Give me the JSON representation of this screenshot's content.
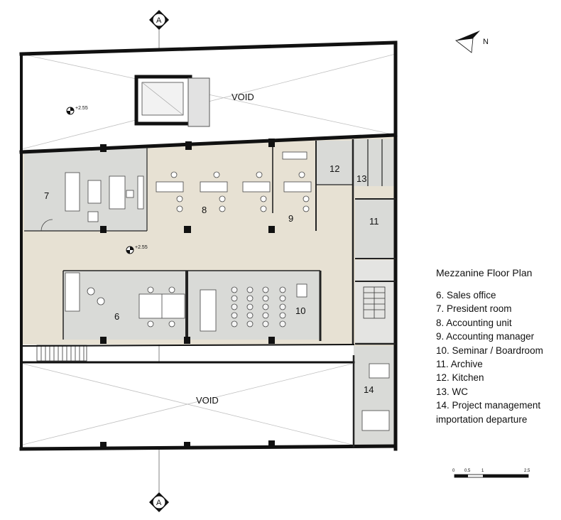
{
  "section_marker": "A",
  "north_label": "N",
  "void_label_top": "VOID",
  "void_label_bottom": "VOID",
  "level_marks": [
    "+2.55",
    "+2.55"
  ],
  "room_numbers": {
    "r6": "6",
    "r7": "7",
    "r8": "8",
    "r9": "9",
    "r10": "10",
    "r11": "11",
    "r12": "12",
    "r13": "13",
    "r14": "14"
  },
  "legend": {
    "title": "Mezzanine Floor Plan",
    "items": [
      "6. Sales office",
      "7. President room",
      "8. Accounting unit",
      "9. Accounting manager",
      "10. Seminar / Boardroom",
      "11. Archive",
      "12. Kitchen",
      "13. WC",
      "14. Project management",
      "importation departure"
    ]
  },
  "scale_bar": {
    "ticks": [
      "0",
      "0.5",
      "1",
      "2.5"
    ]
  },
  "colors": {
    "floor_beige": "#e7e1d3",
    "room_grey": "#d9dad7",
    "wall": "#111111",
    "void_line": "#b8b8b8"
  }
}
